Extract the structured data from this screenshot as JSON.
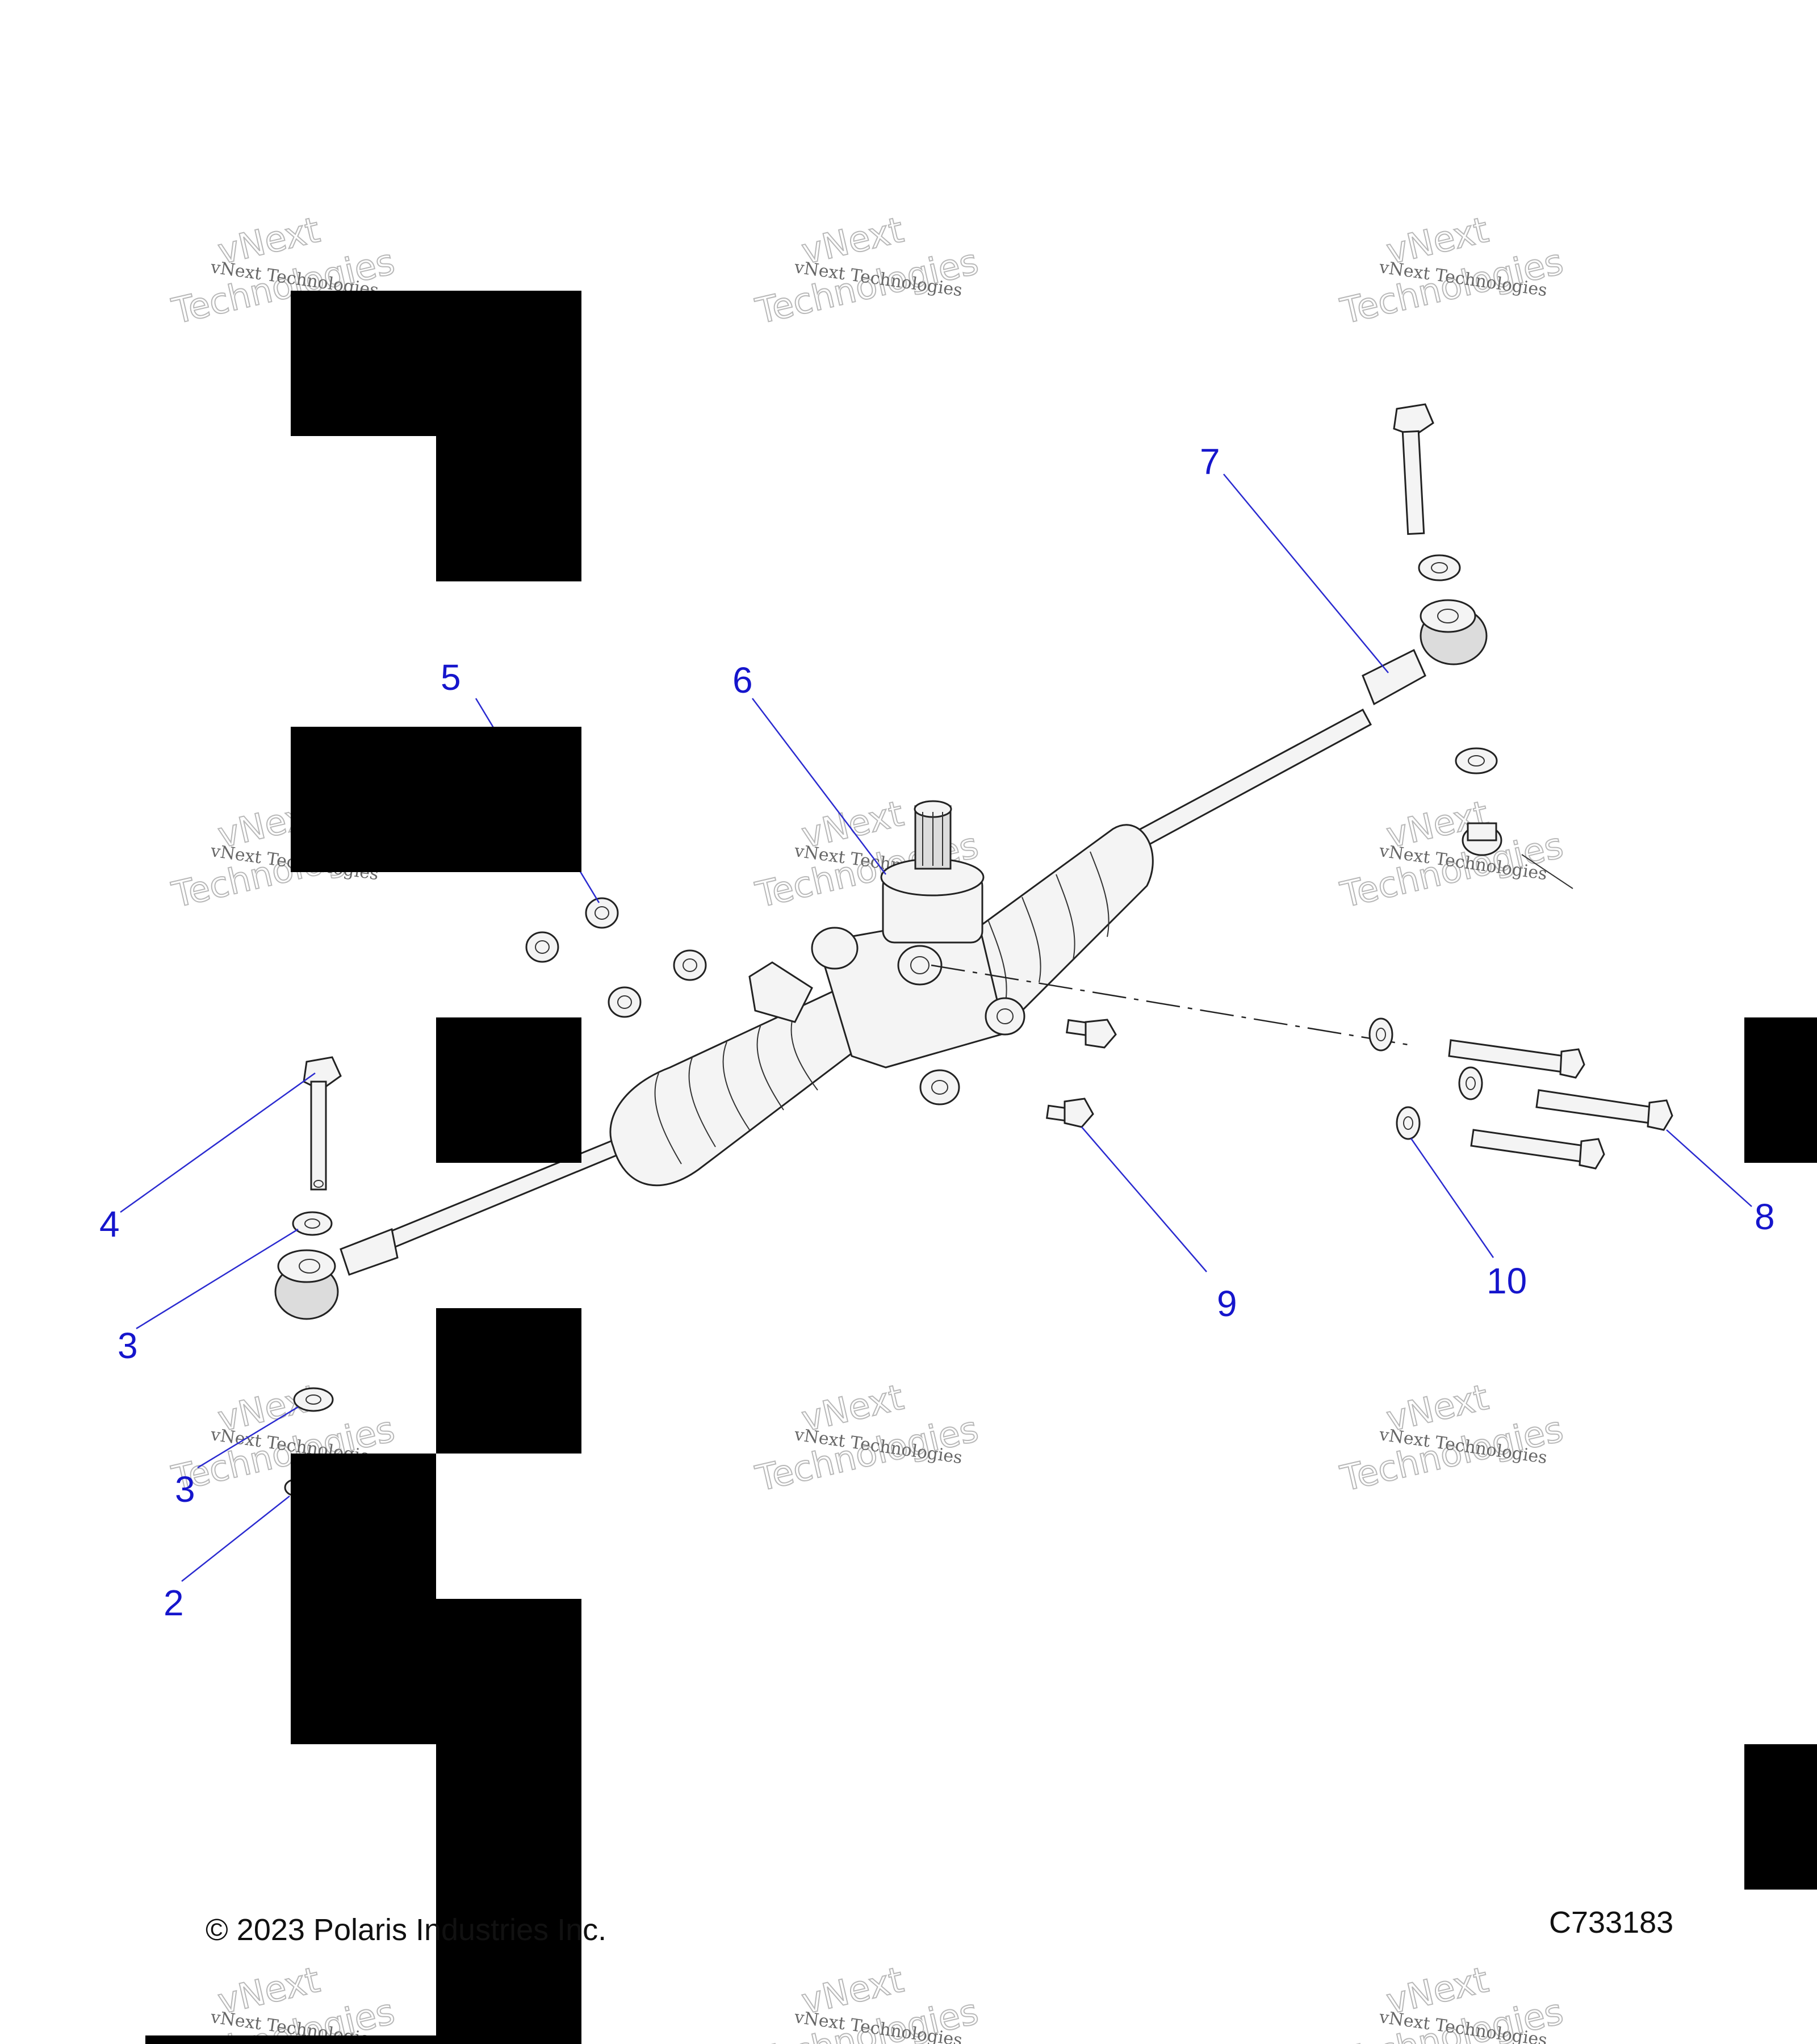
{
  "watermark": {
    "line1": "vNext Technologies",
    "line2": "vNext",
    "line3": "Technologies"
  },
  "callouts": [
    "5",
    "6",
    "7",
    "4",
    "3",
    "3",
    "2",
    "9",
    "10",
    "8"
  ],
  "footer": {
    "copyright": "© 2023 Polaris Industries Inc.",
    "code": "C733183"
  },
  "colors": {
    "callout": "#1515cc",
    "line": "#222222"
  }
}
